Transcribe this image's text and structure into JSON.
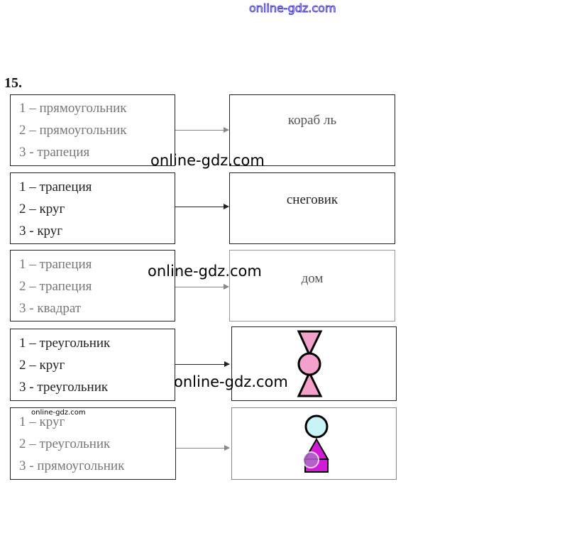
{
  "watermark": "online-gdz.com",
  "task_number": "15.",
  "rows": [
    {
      "lines": [
        "1 – прямоугольник",
        "2 – прямоугольник",
        "3 - трапеция"
      ],
      "answer": "кораб ль"
    },
    {
      "lines": [
        "1 – трапеция",
        "2 – круг",
        "3 - круг"
      ],
      "answer": "снеговик"
    },
    {
      "lines": [
        "1 – трапеция",
        "2 – трапеция",
        "3 - квадрат"
      ],
      "answer": "дом"
    },
    {
      "lines": [
        "1 – треугольник",
        "2 – круг",
        "3 - треугольник"
      ],
      "figure": "bow-figure"
    },
    {
      "lines": [
        "1 – круг",
        "2 – треугольник",
        "3 - прямоугольник"
      ],
      "figure": "person-figure"
    }
  ],
  "colors": {
    "pink": "#f4a0cc",
    "cyan": "#c9f4f6",
    "magenta": "#d21ad8",
    "watermark_top": "#4a3fd0"
  }
}
